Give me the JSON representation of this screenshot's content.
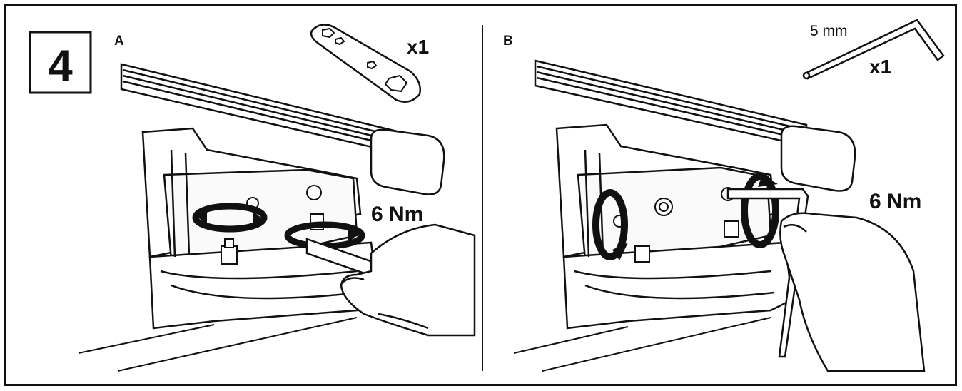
{
  "step": {
    "number": "4"
  },
  "panels": [
    {
      "label": "A",
      "tool_count": "x1",
      "torque": "6 Nm",
      "tool_icon": "flat-spanner-icon"
    },
    {
      "label": "B",
      "tool_size": "5 mm",
      "tool_count": "x1",
      "torque": "6 Nm",
      "tool_icon": "hex-key-icon"
    }
  ],
  "colors": {
    "line": "#111111",
    "fill": "#ffffff",
    "shade": "#d8d8d8"
  }
}
